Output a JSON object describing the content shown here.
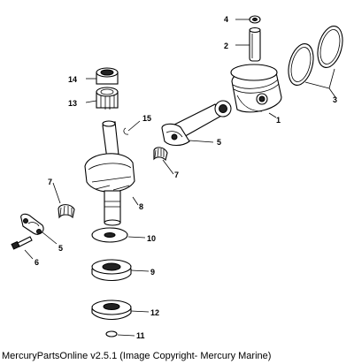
{
  "footer": {
    "text": "MercuryPartsOnline v2.5.1 (Image Copyright- Mercury Marine)"
  },
  "callouts": [
    {
      "id": "1",
      "text": "1"
    },
    {
      "id": "2",
      "text": "2"
    },
    {
      "id": "3",
      "text": "3"
    },
    {
      "id": "4",
      "text": "4"
    },
    {
      "id": "5a",
      "text": "5"
    },
    {
      "id": "5b",
      "text": "5"
    },
    {
      "id": "6",
      "text": "6"
    },
    {
      "id": "7a",
      "text": "7"
    },
    {
      "id": "7b",
      "text": "7"
    },
    {
      "id": "8",
      "text": "8"
    },
    {
      "id": "9",
      "text": "9"
    },
    {
      "id": "10",
      "text": "10"
    },
    {
      "id": "11",
      "text": "11"
    },
    {
      "id": "12",
      "text": "12"
    },
    {
      "id": "13",
      "text": "13"
    },
    {
      "id": "14",
      "text": "14"
    },
    {
      "id": "15",
      "text": "15"
    }
  ]
}
